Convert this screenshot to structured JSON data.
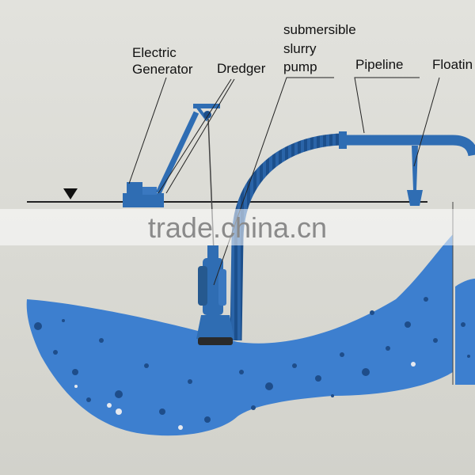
{
  "labels": {
    "electric_generator_1": "Electric",
    "electric_generator_2": "Generator",
    "dredger": "Dredger",
    "submersible_1": "submersible",
    "submersible_2": "slurry",
    "submersible_3": "pump",
    "pipeline": "Pipeline",
    "floating": "Floatin"
  },
  "watermark": "trade.china.cn",
  "colors": {
    "background": "#dcdcd6",
    "equipment_blue": "#2f6db3",
    "water_blue": "#3d7fcf",
    "leader_line": "#222222"
  }
}
